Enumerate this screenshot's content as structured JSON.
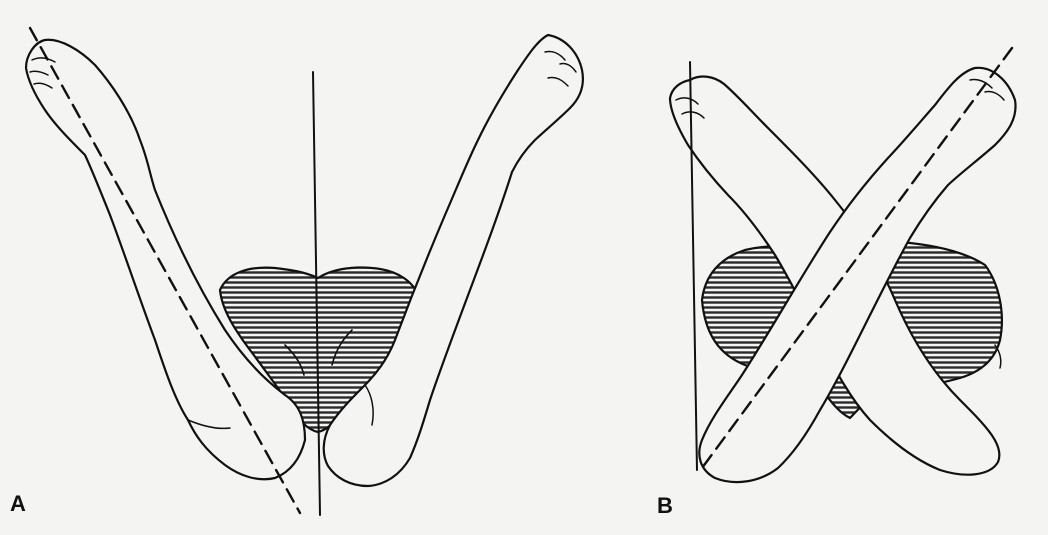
{
  "figure": {
    "panels": [
      {
        "id": "A",
        "label": "A"
      },
      {
        "id": "B",
        "label": "B"
      }
    ],
    "colors": {
      "background": "#f4f4f2",
      "ink": "#111111",
      "shading": "#3a3a3a"
    }
  }
}
